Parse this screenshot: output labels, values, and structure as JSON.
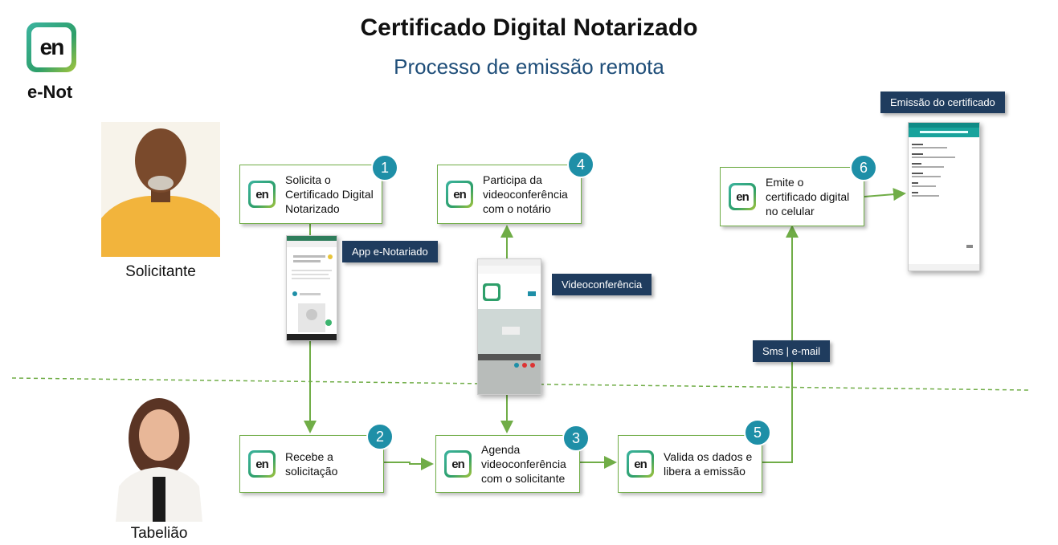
{
  "header": {
    "title": "Certificado Digital Notarizado",
    "subtitle": "Processo de emissão remota"
  },
  "logo": {
    "mark": "en",
    "name": "e-Not"
  },
  "actors": {
    "requester": "Solicitante",
    "notary": "Tabelião"
  },
  "steps": [
    {
      "num": "1",
      "mark": "en",
      "text": "Solicita o\nCertificado Digital\nNotarizado"
    },
    {
      "num": "2",
      "mark": "en",
      "text": "Recebe a\nsolicitação"
    },
    {
      "num": "3",
      "mark": "en",
      "text": "Agenda\nvideoconferência\ncom o solicitante"
    },
    {
      "num": "4",
      "mark": "en",
      "text": "Participa da\nvideoconferência\ncom o notário"
    },
    {
      "num": "5",
      "mark": "en",
      "text": "Valida os dados e\nlibera a emissão"
    },
    {
      "num": "6",
      "mark": "en",
      "text": "Emite o\ncertificado digital\nno celular"
    }
  ],
  "tags": {
    "app": "App e-Notariado",
    "video": "Videoconferência",
    "sms": "Sms | e-mail",
    "emission": "Emissão do certificado"
  },
  "colors": {
    "accent_green": "#70ad47",
    "number_teal": "#1e8fa7",
    "tag_navy": "#1f3c5e",
    "subtitle_blue": "#1f4e79"
  },
  "icons": [
    "en-logo-icon",
    "person-photo",
    "phone-screenshot-icon"
  ]
}
